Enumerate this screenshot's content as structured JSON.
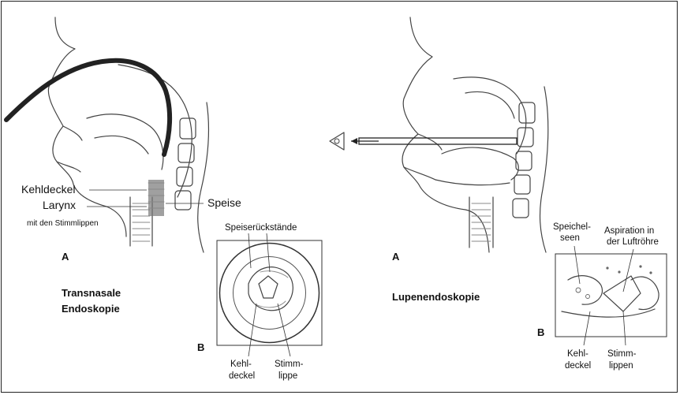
{
  "left_panel": {
    "label_kehldeckel": "Kehldeckel",
    "label_larynx": "Larynx",
    "label_stimmlippen": "mit den Stimmlippen",
    "label_speise": "Speise",
    "label_a": "A",
    "title_line1": "Transnasale",
    "title_line2": "Endoskopie",
    "inset": {
      "label_top": "Speiserückstände",
      "label_b": "B",
      "label_kehl1": "Kehl-",
      "label_kehl2": "deckel",
      "label_stimm1": "Stimm-",
      "label_stimm2": "lippe"
    }
  },
  "right_panel": {
    "label_a": "A",
    "title": "Lupenendoskopie",
    "inset": {
      "label_speichel1": "Speichel-",
      "label_speichel2": "seen",
      "label_aspiration1": "Aspiration in",
      "label_aspiration2": "der Luftröhre",
      "label_b": "B",
      "label_kehl1": "Kehl-",
      "label_kehl2": "deckel",
      "label_stimm1": "Stimm-",
      "label_stimm2": "lippen"
    }
  },
  "colors": {
    "ink": "#444444",
    "scope": "#222222",
    "food": "#555555"
  }
}
